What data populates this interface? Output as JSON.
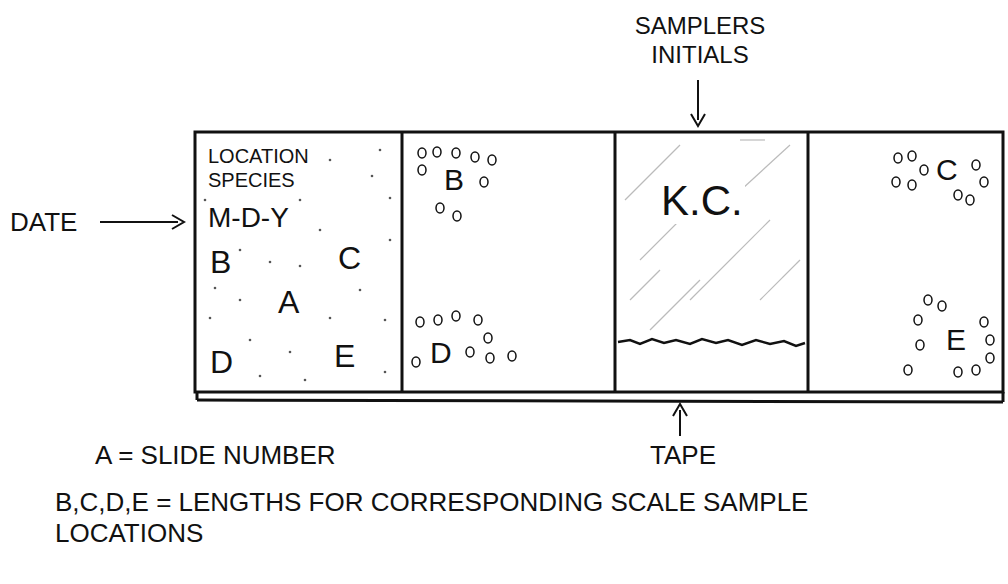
{
  "diagram": {
    "nodes": [
      {
        "text": [
          "LOCATION",
          "SPECIES",
          "M-D-Y",
          "B",
          "C",
          "A",
          "D",
          "E"
        ]
      },
      {
        "text": [
          "B",
          "D"
        ]
      },
      {
        "text": [
          "K.C."
        ]
      },
      {
        "text": [
          "C",
          "E"
        ]
      }
    ],
    "labels": [
      "SAMPLERS INITIALS",
      "DATE",
      "TAPE",
      "A = SLIDE NUMBER",
      "B,C,D,E = LENGTHS FOR CORRESPONDING SCALE SAMPLE LOCATIONS"
    ]
  }
}
